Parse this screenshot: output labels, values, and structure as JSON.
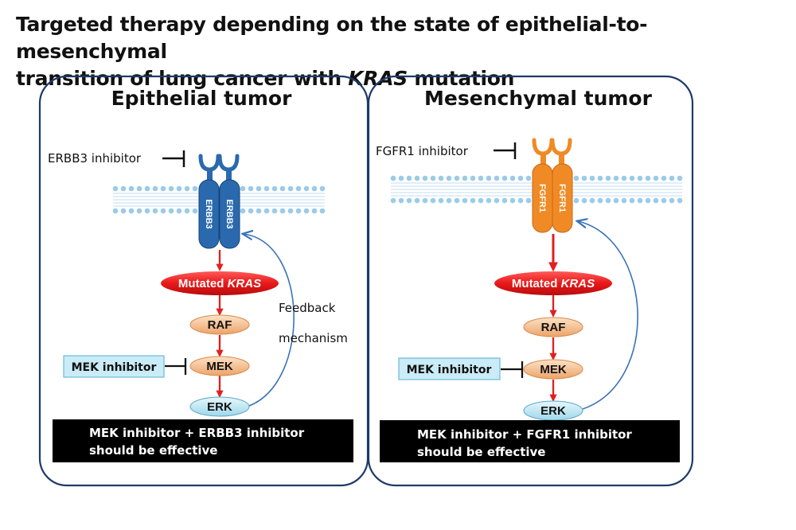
{
  "title": {
    "line1": "Targeted therapy depending on the state of epithelial-to-mesenchymal",
    "line2_pre": "transition of lung cancer with ",
    "line2_em": "KRAS",
    "line2_post": " mutation"
  },
  "panels": {
    "epithelial": {
      "title": "Epithelial tumor",
      "inhibitor": "ERBB3 inhibitor",
      "receptor_label": "ERBB3",
      "receptor_color": "#2a69ad",
      "kras_prefix": "Mutated ",
      "kras_gene": "KRAS",
      "raf": "RAF",
      "mek": "MEK",
      "erk": "ERK",
      "mek_inhibitor": "MEK inhibitor",
      "feedback_line1": "Feedback",
      "feedback_line2": "mechanism",
      "footer_line1": "MEK inhibitor + ERBB3 inhibitor",
      "footer_line2": "should be effective"
    },
    "mesenchymal": {
      "title": "Mesenchymal tumor",
      "inhibitor": "FGFR1 inhibitor",
      "receptor_label": "FGFR1",
      "receptor_color": "#f08a24",
      "kras_prefix": "Mutated ",
      "kras_gene": "KRAS",
      "raf": "RAF",
      "mek": "MEK",
      "erk": "ERK",
      "mek_inhibitor": "MEK inhibitor",
      "footer_line1": "MEK inhibitor + FGFR1 inhibitor",
      "footer_line2": "should be effective"
    }
  },
  "colors": {
    "panel_border": "#1f3a68",
    "membrane": "#9ccbe8",
    "kras": "#e81919",
    "raf_mek": "#f6c79a",
    "erk": "#bfe6f3",
    "mek_inhibitor_box": "#c9ecf7",
    "arrow": "#e02020",
    "feedback": "#3a73b8",
    "footer": "#000000"
  }
}
